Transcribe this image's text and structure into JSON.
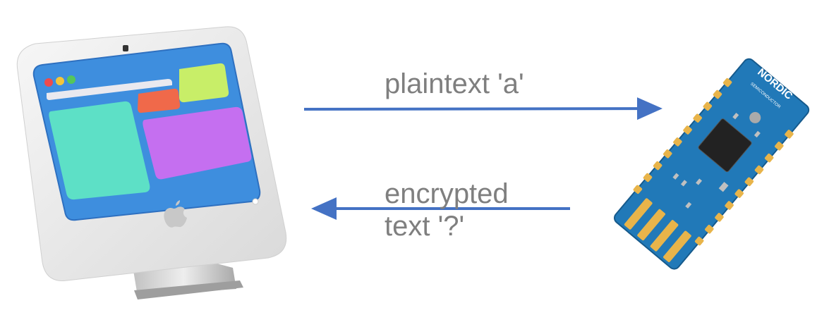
{
  "labels": {
    "plaintext": "plaintext 'a'",
    "encrypted_line1": "encrypted",
    "encrypted_line2": "text '?'"
  },
  "board": {
    "brand_text": "NORDIC",
    "subtitle_text": "SEMICONDUCTOR"
  },
  "colors": {
    "arrow": "#4472c4",
    "label": "#7f7f7f",
    "screen_bg": "#3e8ede",
    "tile_teal": "#5de0c6",
    "tile_purple": "#c56ff0",
    "tile_orange": "#f0694a",
    "tile_lime": "#c8ee68",
    "board_blue": "#2179b8",
    "pad_gold": "#e8b44a"
  },
  "icons": [
    "computer-icon",
    "apple-logo-icon",
    "usb-dongle-icon",
    "arrow-right-icon",
    "arrow-left-icon"
  ]
}
